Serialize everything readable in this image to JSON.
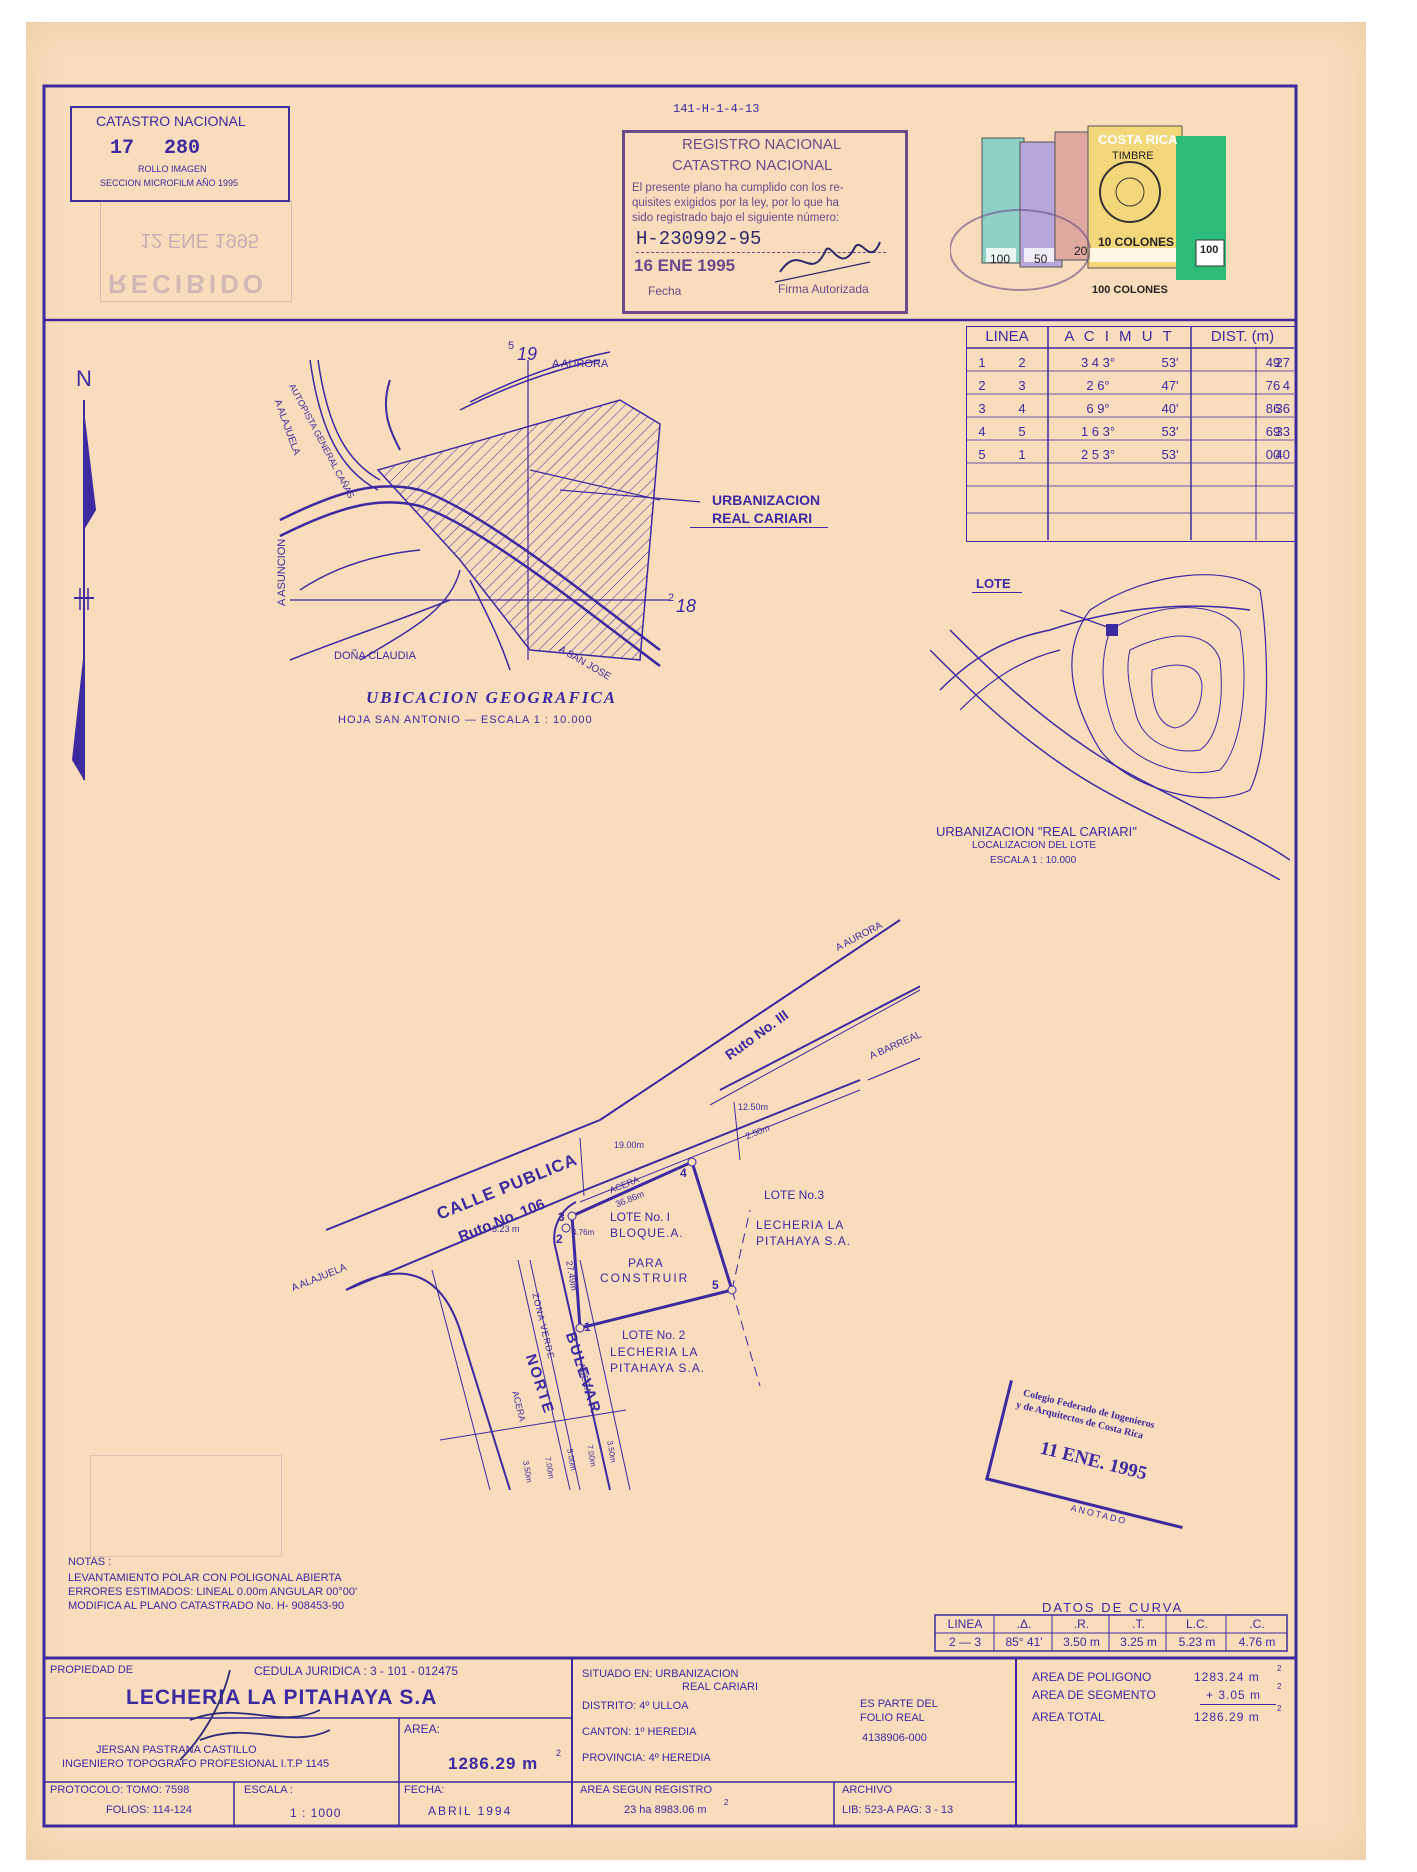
{
  "header": {
    "catastro_title": "CATASTRO NACIONAL",
    "catastro_number_a": "17",
    "catastro_number_b": "280",
    "rollo": "ROLLO IMAGEN",
    "seccion": "SECCION MICROFILM AÑO 1995",
    "ref_code": "141-H-1-4-13",
    "recibido_date": "12 ENE 1995",
    "recibido_word": "RECIBIDO",
    "registro_title_1": "REGISTRO NACIONAL",
    "registro_title_2": "CATASTRO NACIONAL",
    "registro_text_1": "El presente plano ha cumplido con los re-",
    "registro_text_2": "quisites exigidos por la ley, por lo que ha",
    "registro_text_3": "sido registrado bajo el siguiente número:",
    "registro_number": "H-230992-95",
    "registro_date": "16 ENE 1995",
    "fecha_label": "Fecha",
    "firma_label": "Firma Autorizada",
    "stamp_brand": "COSTA RICA",
    "stamp_timbre": "TIMBRE",
    "stamp_colones_10": "10 COLONES",
    "stamp_colones_100": "100 COLONES",
    "stamp_100": "100",
    "stamp_50": "50",
    "stamp_20": "20",
    "stamp_green_100": "100"
  },
  "azimuth_table": {
    "headers": [
      "LINEA",
      "A C I M U T",
      "DIST. (m)"
    ],
    "rows": [
      {
        "from": "1",
        "to": "2",
        "deg": "3 4 3°",
        "min": "53'",
        "dist_m": "27",
        "dist_cm": "49"
      },
      {
        "from": "2",
        "to": "3",
        "deg": "2 6°",
        "min": "47'",
        "dist_m": "4",
        "dist_cm": "76"
      },
      {
        "from": "3",
        "to": "4",
        "deg": "6 9°",
        "min": "40'",
        "dist_m": "36",
        "dist_cm": "86"
      },
      {
        "from": "4",
        "to": "5",
        "deg": "1 6 3°",
        "min": "53'",
        "dist_m": "33",
        "dist_cm": "69"
      },
      {
        "from": "5",
        "to": "1",
        "deg": "2 5 3°",
        "min": "53'",
        "dist_m": "40",
        "dist_cm": "00"
      }
    ]
  },
  "location_map": {
    "north": "N",
    "coord_top_a": "5",
    "coord_top_b": "19",
    "coord_right_a": "2",
    "coord_right_b": "18",
    "label_aurora": "A AURORA",
    "label_alajuela": "A ALAJUELA",
    "label_autopista": "AUTOPISTA GENERAL CAÑAS",
    "label_asuncion": "A ASUNCION",
    "label_dona_claudia": "DOÑA CLAUDIA",
    "label_san_jose": "A SAN JOSE",
    "label_urbanizacion_1": "URBANIZACION",
    "label_urbanizacion_2": "REAL CARIARI",
    "title": "UBICACION GEOGRAFICA",
    "subtitle": "HOJA SAN ANTONIO — ESCALA 1 : 10.000"
  },
  "lot_map": {
    "label_lote": "LOTE",
    "caption_1": "URBANIZACION \"REAL CARIARI\"",
    "caption_2": "LOCALIZACION DEL LOTE",
    "caption_3": "ESCALA 1 : 10.000"
  },
  "site_plan": {
    "aurora": "A AURORA",
    "barreal": "A BARREAL",
    "alajuela": "A ALAJUELA",
    "ruto_111": "Ruto No. III",
    "calle_publica": "CALLE PUBLICA",
    "ruto_106": "Ruto No. 106",
    "d_19": "19.00m",
    "d_12_50": "12.50m",
    "d_2_50": "2.50m",
    "acera_top": "ACERA",
    "d_36_86": "36.86m",
    "d_5_23": "5.23 m",
    "d_4_76": "4.76m",
    "d_27_49": "27.49m",
    "v1": "1",
    "v2": "2",
    "v3": "3",
    "v4": "4",
    "v5": "5",
    "lote_1": "LOTE No. I",
    "bloque": "BLOQUE.A.",
    "para": "PARA",
    "construir": "CONSTRUIR",
    "lote_3": "LOTE No.3",
    "lecheria_3a": "LECHERIA LA",
    "lecheria_3b": "PITAHAYA S.A.",
    "lote_2": "LOTE No. 2",
    "lecheria_2a": "LECHERIA LA",
    "lecheria_2b": "PITAHAYA S.A.",
    "bulevar": "BULEVAR",
    "norte": "NORTE",
    "zona_verde": "ZONA VERDE",
    "acera_left": "ACERA",
    "acera_right": "ACERA",
    "d_3_50a": "3.50m",
    "d_7_00a": "7.00m",
    "d_5_00": "5.00m",
    "d_7_00b": "7.00m",
    "d_3_50b": "3.50m"
  },
  "colegio_stamp": {
    "line1": "Colegio Federado de Ingenieros",
    "line2": "y de Arquitectos de Costa Rica",
    "date": "11 ENE. 1995",
    "anotado": "ANOTADO"
  },
  "notes": {
    "title": "NOTAS :",
    "line1": "LEVANTAMIENTO POLAR CON POLIGONAL ABIERTA",
    "line2": "ERRORES ESTIMADOS: LINEAL 0.00m ANGULAR 00°00'",
    "line3": "MODIFICA AL PLANO CATASTRADO No. H- 908453-90"
  },
  "curve_table": {
    "title": "DATOS DE CURVA",
    "headers": [
      "LINEA",
      ".Δ.",
      ".R.",
      ".T.",
      "L.C.",
      ".C."
    ],
    "row": [
      "2 — 3",
      "85° 41'",
      "3.50 m",
      "3.25 m",
      "5.23 m",
      "4.76 m"
    ]
  },
  "title_block": {
    "propiedad_label": "PROPIEDAD DE",
    "cedula": "CEDULA JURIDICA : 3 - 101 - 012475",
    "owner": "LECHERIA LA PITAHAYA S.A",
    "engineer_1": "JERSAN PASTRANA CASTILLO",
    "engineer_2": "INGENIERO TOPOGRAFO PROFESIONAL I.T.P 1145",
    "area_label": "AREA:",
    "area_value": "1286.29 m",
    "protocolo": "PROTOCOLO: TOMO: 7598",
    "folios": "FOLIOS: 114-124",
    "escala_label": "ESCALA :",
    "escala_value": "1 : 1000",
    "fecha_label": "FECHA:",
    "fecha_value": "ABRIL 1994",
    "situado_label": "SITUADO EN: URBANIZACION",
    "situado_2": "REAL CARIARI",
    "distrito": "DISTRITO: 4º ULLOA",
    "canton": "CANTON: 1º HEREDIA",
    "provincia": "PROVINCIA: 4º HEREDIA",
    "es_parte_1": "ES PARTE DEL",
    "es_parte_2": "FOLIO REAL",
    "folio_number": "4138906-000",
    "area_registro_label": "AREA SEGUN REGISTRO",
    "area_registro_value": "23 ha 8983.06 m",
    "archivo_label": "ARCHIVO",
    "archivo_value": "LIB: 523-A  PAG: 3 - 13",
    "area_poligono_label": "AREA DE POLIGONO",
    "area_poligono_value": "1283.24 m",
    "area_segmento_label": "AREA DE SEGMENTO",
    "area_segmento_value": "+ 3.05 m",
    "area_total_label": "AREA TOTAL",
    "area_total_value": "1286.29 m",
    "sq": "2"
  }
}
